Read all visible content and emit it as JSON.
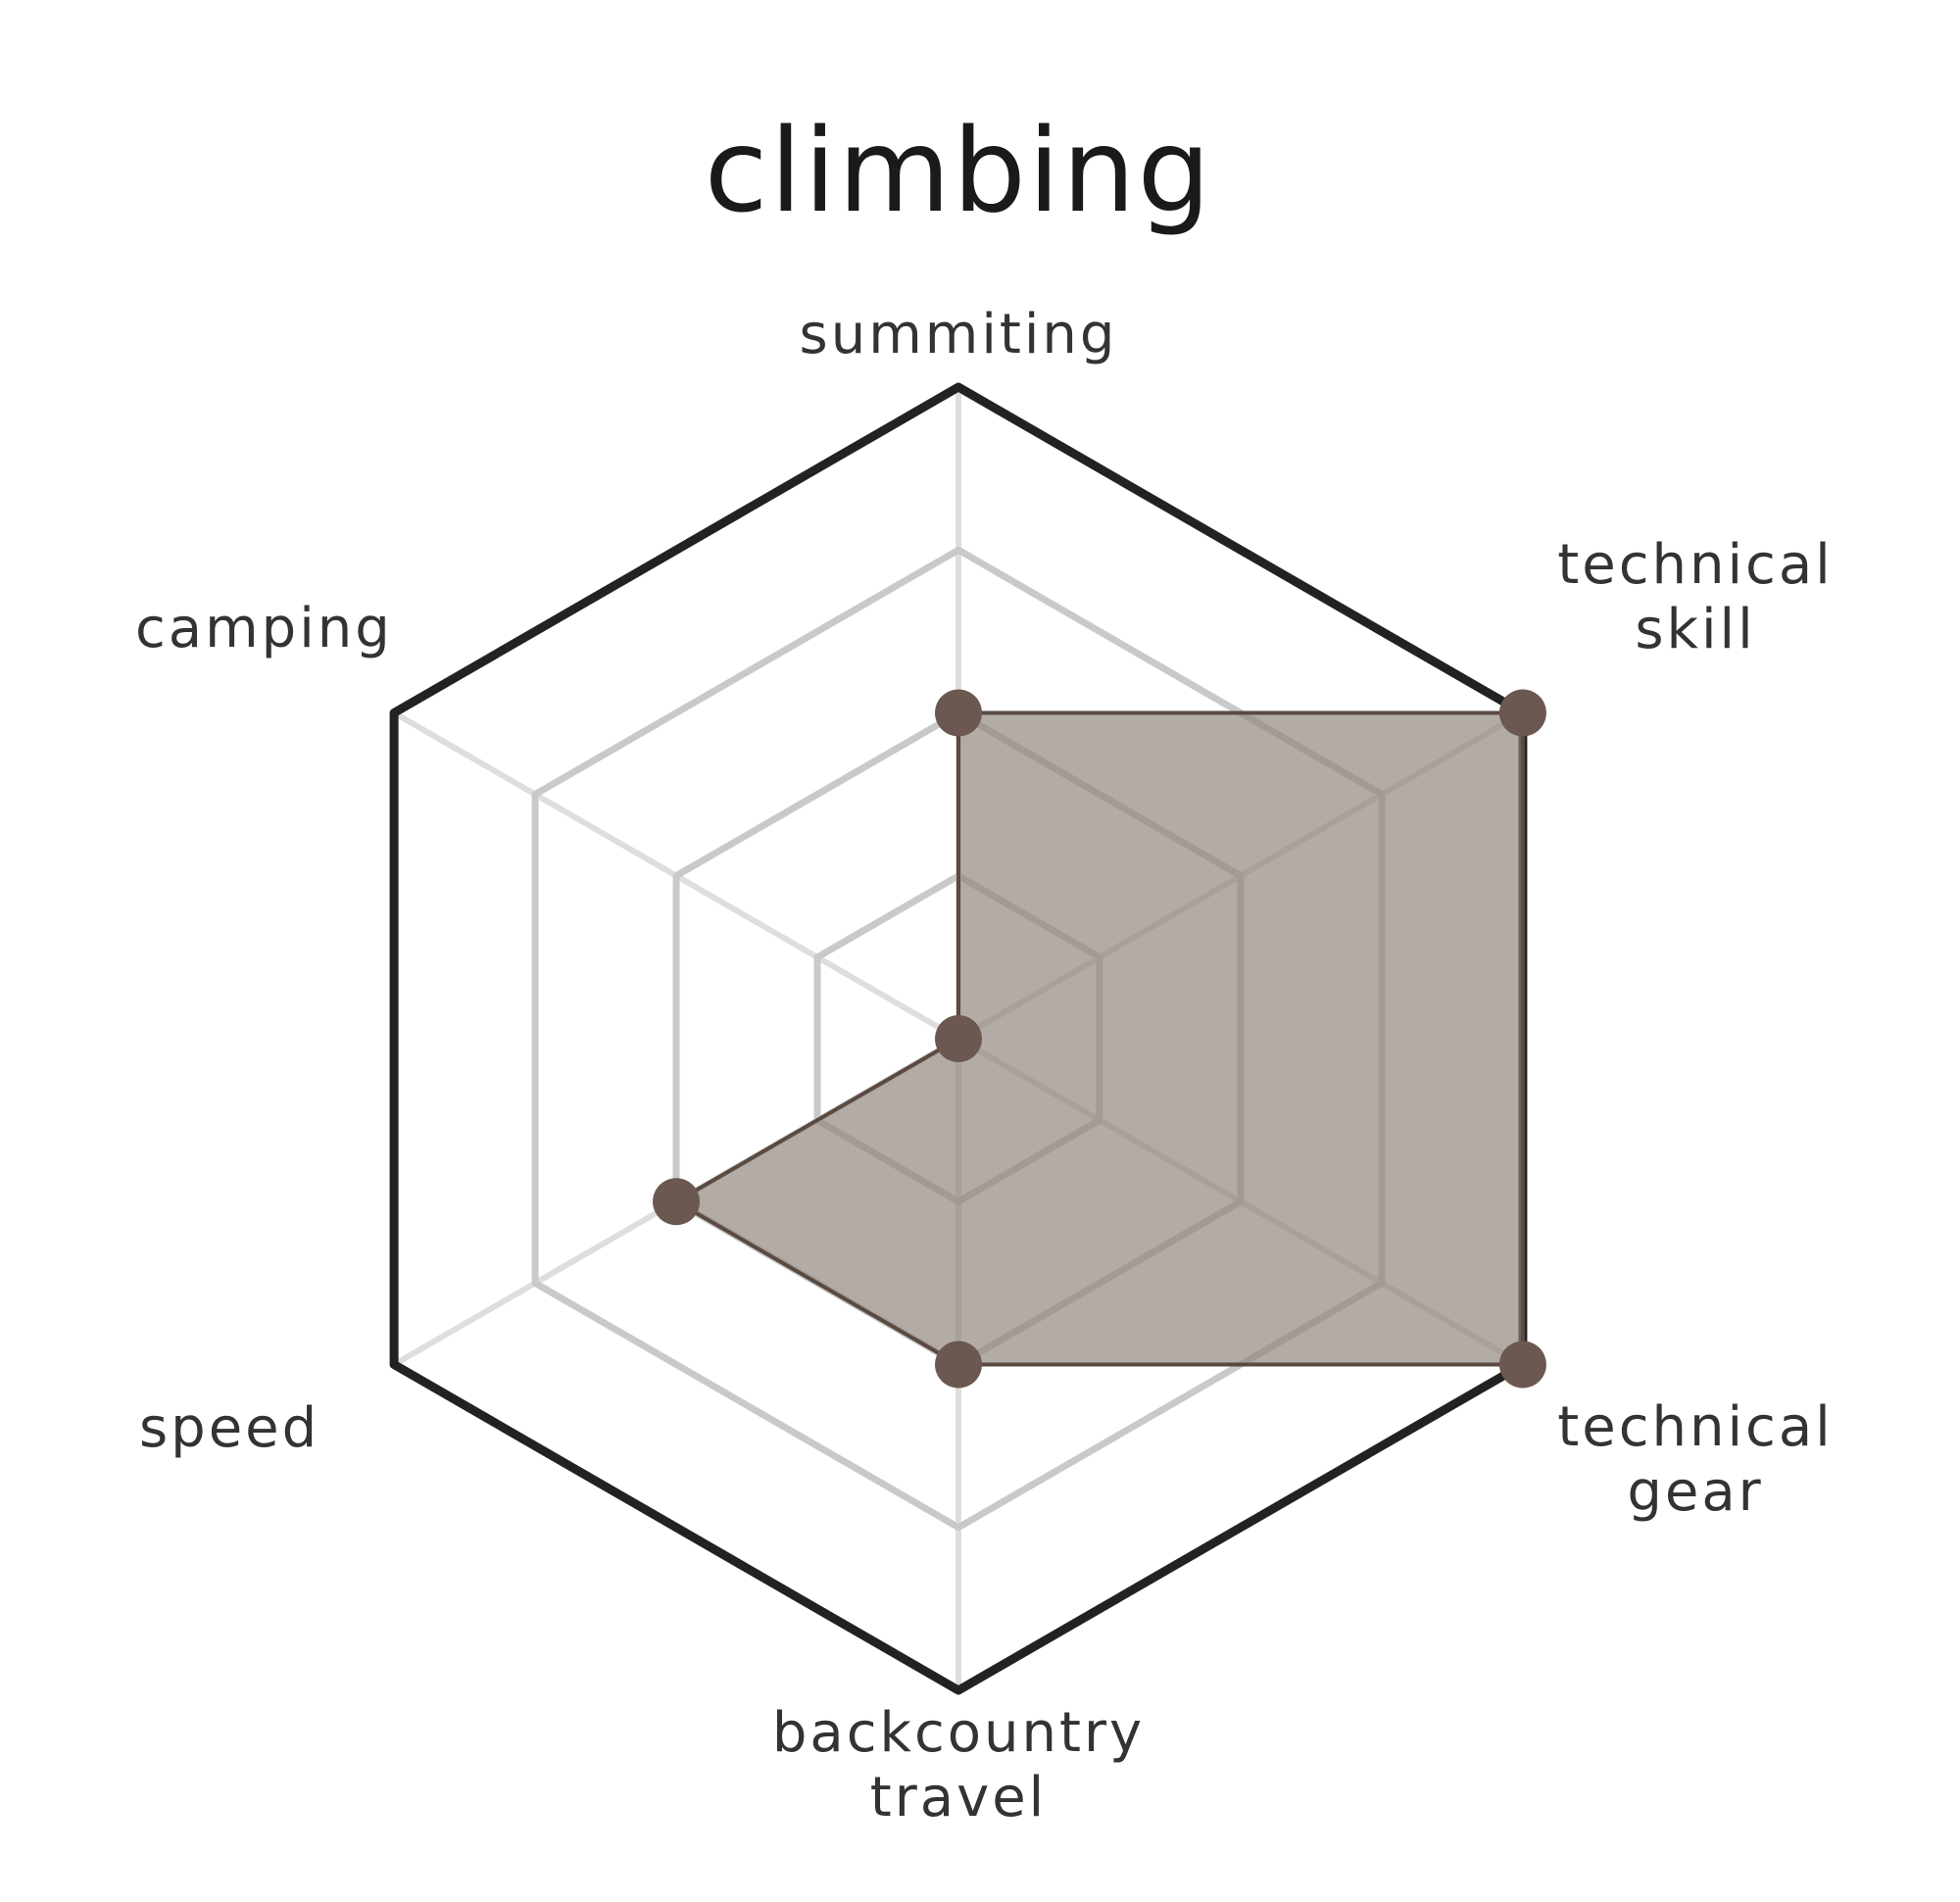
{
  "chart_data": {
    "type": "radar",
    "title": "climbing",
    "axes": [
      {
        "label_lines": [
          "summiting"
        ],
        "value": 2
      },
      {
        "label_lines": [
          "technical",
          "skill"
        ],
        "value": 4
      },
      {
        "label_lines": [
          "technical",
          "gear"
        ],
        "value": 4
      },
      {
        "label_lines": [
          "backcountry",
          "travel"
        ],
        "value": 2
      },
      {
        "label_lines": [
          "speed"
        ],
        "value": 2
      },
      {
        "label_lines": [
          "camping"
        ],
        "value": 0
      }
    ],
    "scale": {
      "min": 0,
      "max": 4,
      "rings": 4
    },
    "grid": true,
    "colors": {
      "fill": "#8f857c",
      "fill_opacity": 0.68,
      "stroke": "#5a4a42",
      "marker": "#6b5850",
      "ring": "#c9c9c9",
      "spoke": "#dedede",
      "outer": "#222222"
    }
  }
}
